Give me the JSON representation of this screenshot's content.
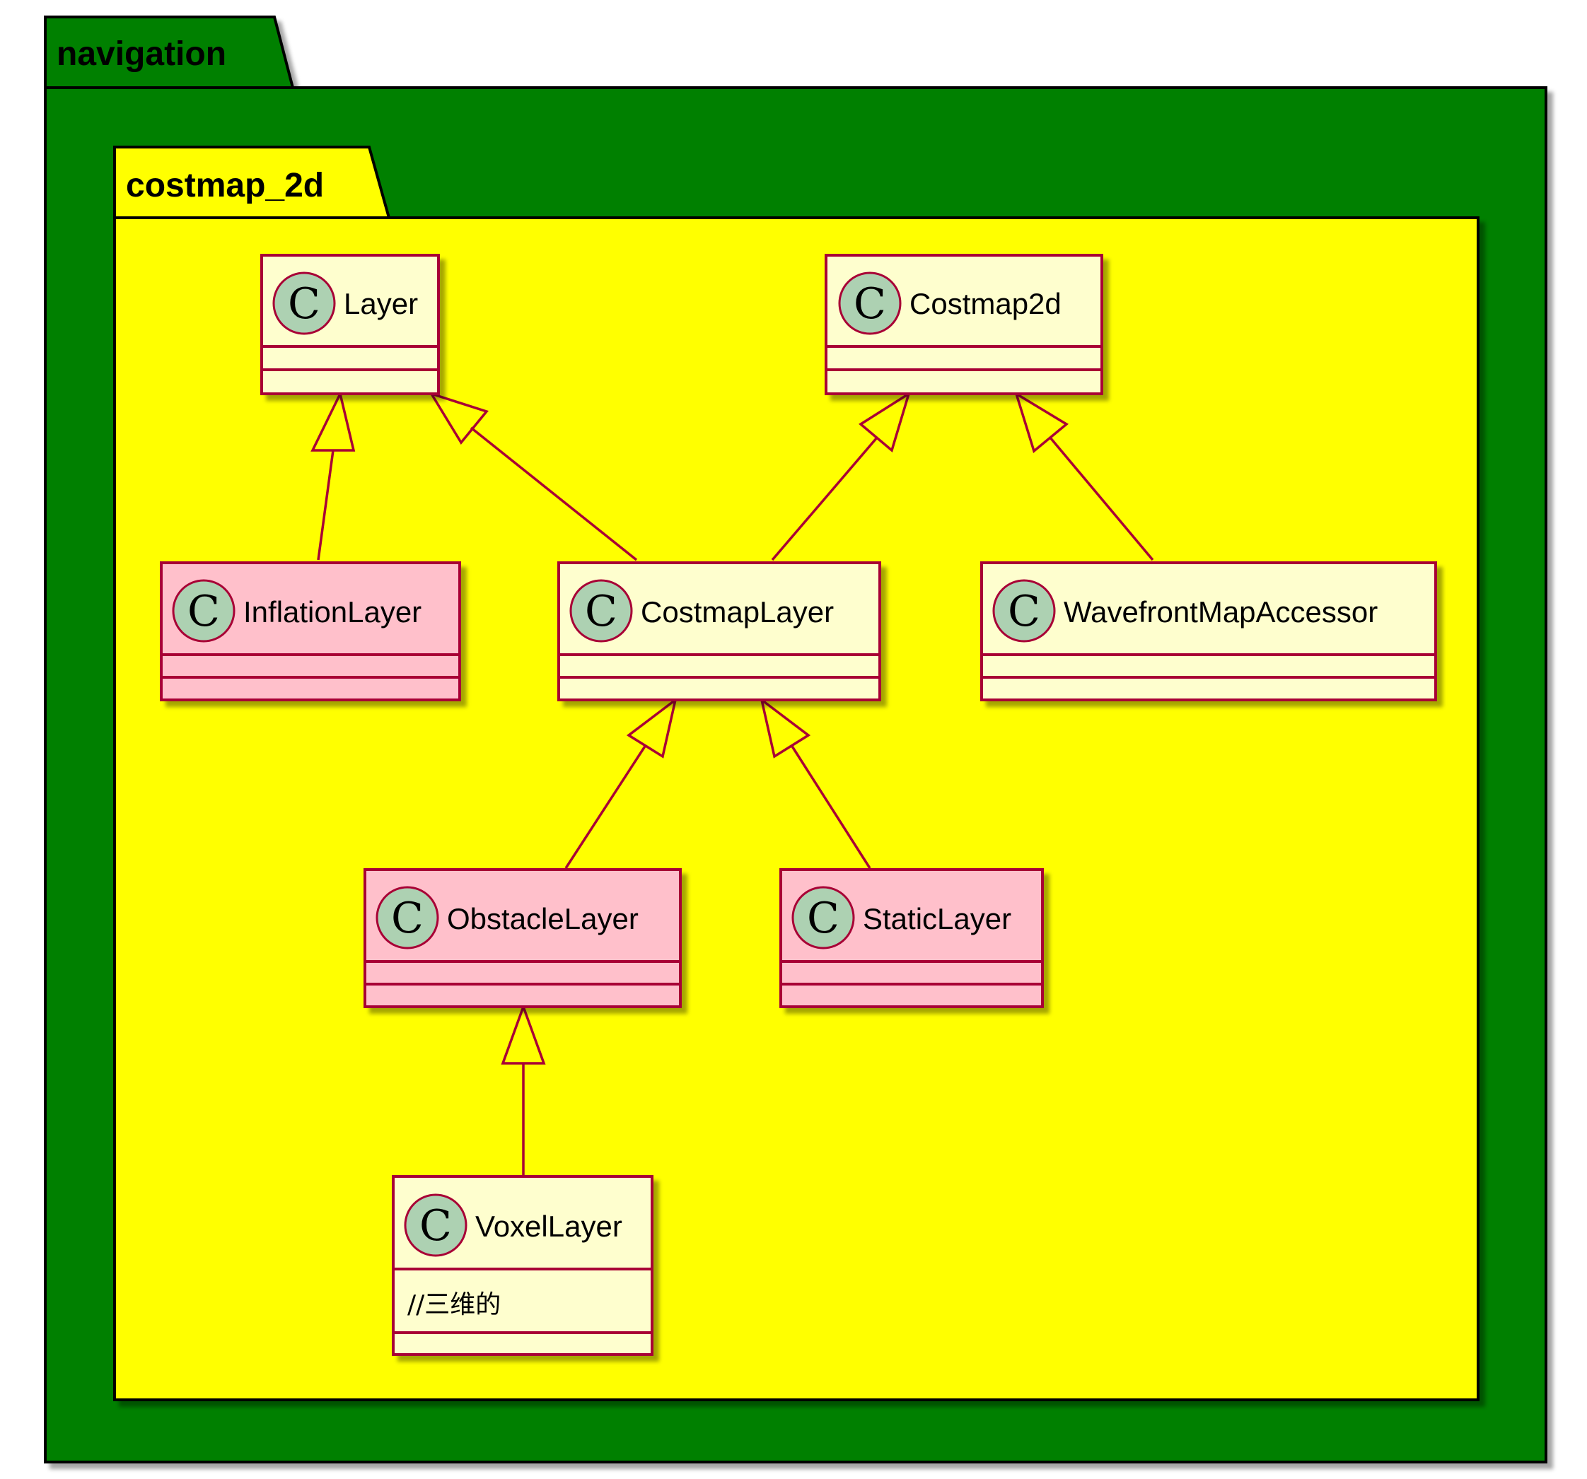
{
  "colors": {
    "outer_package_fill": "#008000",
    "inner_package_fill": "#ffff00",
    "class_fill": "#fefece",
    "highlight_class_fill": "#ffc0cb",
    "class_border": "#a80036",
    "circle_fill": "#add1b2",
    "edge": "#a80036"
  },
  "packages": {
    "outer": {
      "name": "navigation"
    },
    "inner": {
      "name": "costmap_2d"
    }
  },
  "classes": {
    "layer": {
      "name": "Layer",
      "stereotype_icon": "C"
    },
    "costmap2d": {
      "name": "Costmap2d",
      "stereotype_icon": "C"
    },
    "inflation_layer": {
      "name": "InflationLayer",
      "stereotype_icon": "C"
    },
    "costmap_layer": {
      "name": "CostmapLayer",
      "stereotype_icon": "C"
    },
    "wavefront_map_accessor": {
      "name": "WavefrontMapAccessor",
      "stereotype_icon": "C"
    },
    "obstacle_layer": {
      "name": "ObstacleLayer",
      "stereotype_icon": "C"
    },
    "static_layer": {
      "name": "StaticLayer",
      "stereotype_icon": "C"
    },
    "voxel_layer": {
      "name": "VoxelLayer",
      "stereotype_icon": "C",
      "note": "//三维的"
    }
  },
  "relations": [
    {
      "type": "inheritance",
      "from": "InflationLayer",
      "to": "Layer"
    },
    {
      "type": "inheritance",
      "from": "CostmapLayer",
      "to": "Layer"
    },
    {
      "type": "inheritance",
      "from": "CostmapLayer",
      "to": "Costmap2d"
    },
    {
      "type": "inheritance",
      "from": "WavefrontMapAccessor",
      "to": "Costmap2d"
    },
    {
      "type": "inheritance",
      "from": "ObstacleLayer",
      "to": "CostmapLayer"
    },
    {
      "type": "inheritance",
      "from": "StaticLayer",
      "to": "CostmapLayer"
    },
    {
      "type": "inheritance",
      "from": "VoxelLayer",
      "to": "ObstacleLayer"
    }
  ]
}
